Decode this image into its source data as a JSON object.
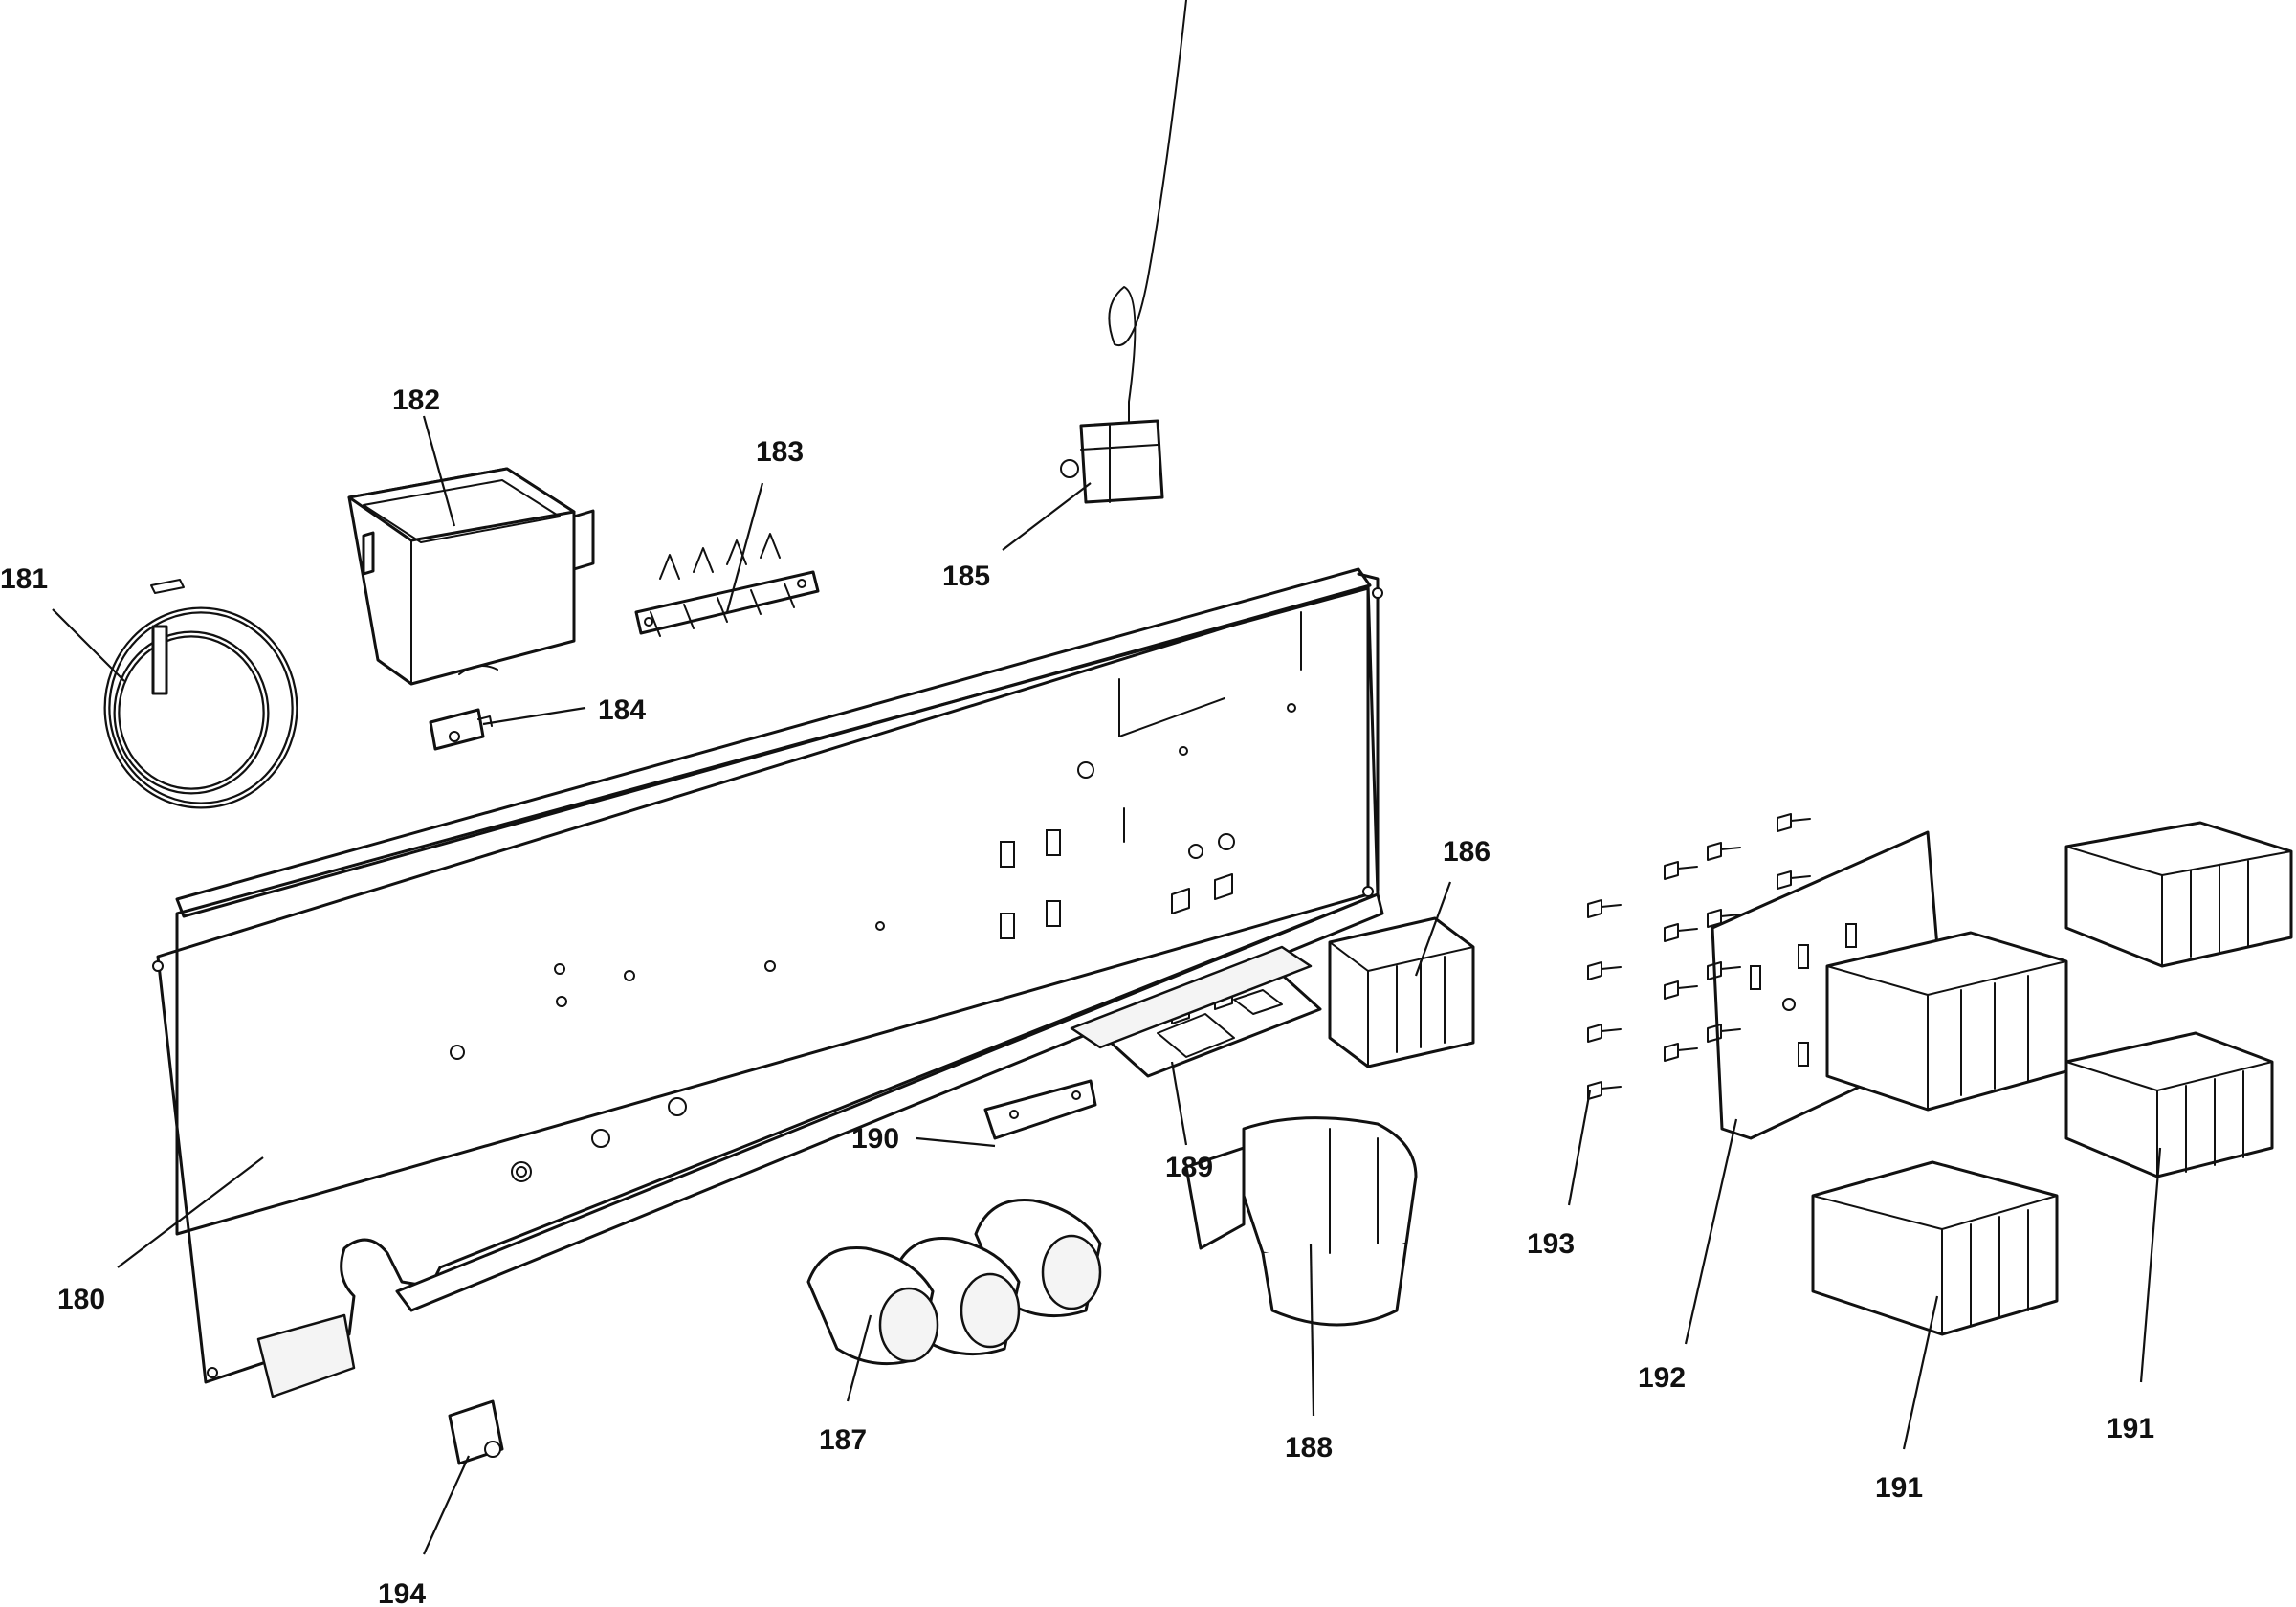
{
  "callouts": {
    "p180": "180",
    "p181": "181",
    "p182": "182",
    "p183": "183",
    "p184": "184",
    "p185": "185",
    "p186": "186",
    "p187": "187",
    "p188": "188",
    "p189": "189",
    "p190": "190",
    "p191a": "191",
    "p191b": "191",
    "p192": "192",
    "p193": "193",
    "p194": "194"
  },
  "colors": {
    "line": "#111111",
    "background": "#ffffff"
  }
}
